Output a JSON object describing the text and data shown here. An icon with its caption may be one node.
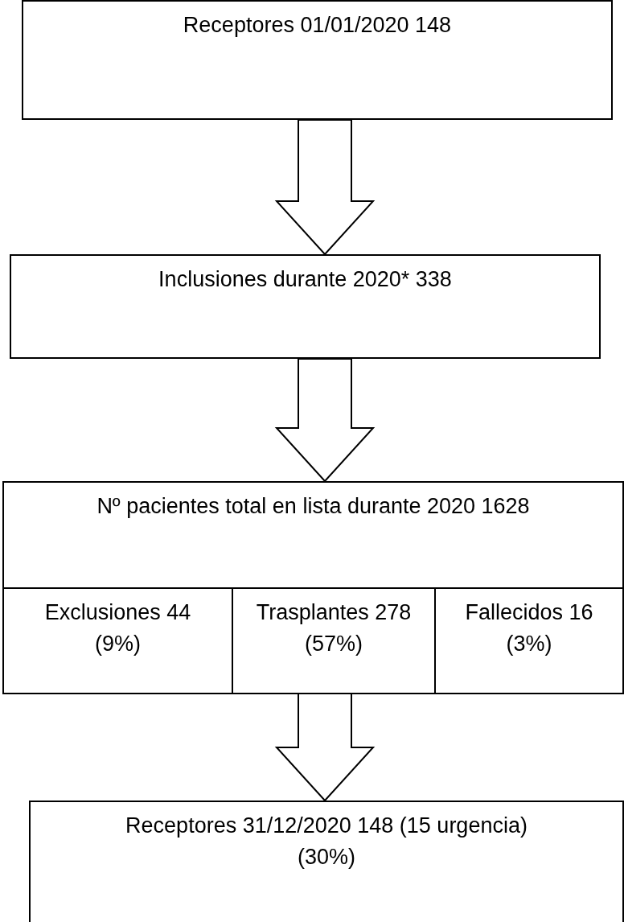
{
  "diagram": {
    "nodes": [
      {
        "text": [
          "Receptores 01/01/2020 148"
        ]
      },
      {
        "text": [
          "Inclusiones durante 2020* 338"
        ]
      },
      {
        "text": [
          "Nº pacientes total en lista durante 2020 1628"
        ]
      },
      {
        "text": [
          "Exclusiones 44 (9%)"
        ],
        "in": 2
      },
      {
        "text": [
          "Trasplantes 278 (57%)"
        ],
        "in": 2
      },
      {
        "text": [
          "Fallecidos 16 (3%)"
        ],
        "in": 2
      },
      {
        "text": [
          "Receptores 31/12/2020 148 (15 urgencia) (30%)"
        ]
      }
    ],
    "edges": [
      {
        "from": 0,
        "to": 1,
        "arrow": "to"
      },
      {
        "from": 1,
        "to": 2,
        "arrow": "to"
      },
      {
        "from": 4,
        "to": 6,
        "arrow": "to"
      }
    ]
  }
}
